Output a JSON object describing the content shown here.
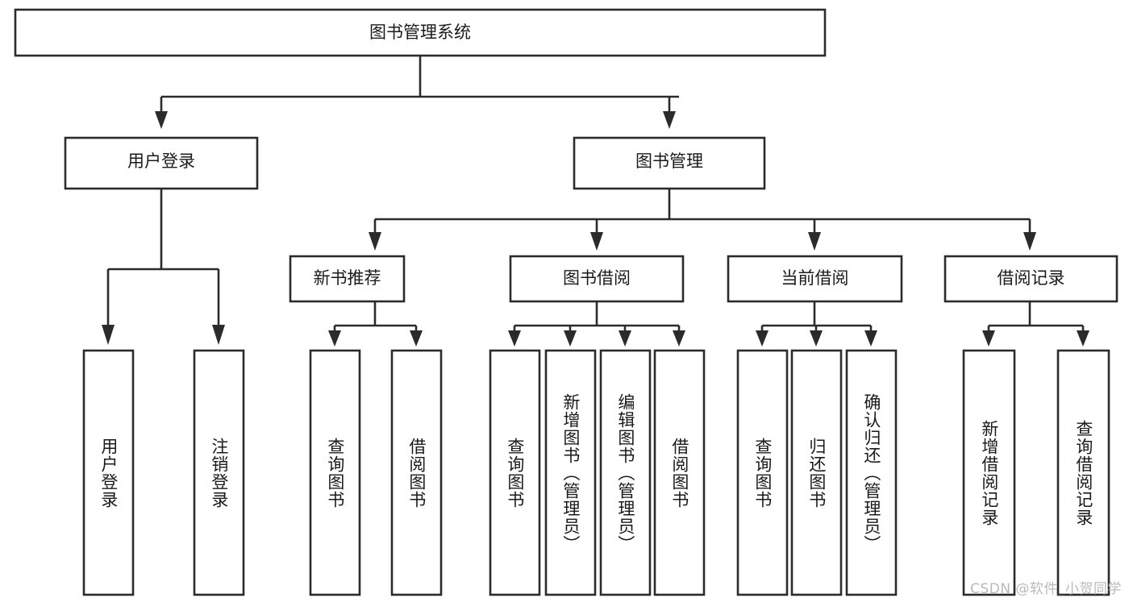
{
  "diagram": {
    "type": "tree-hierarchy",
    "title": "图书管理系统",
    "watermark": "CSDN @软件_小贺同学",
    "colors": {
      "background": "#ffffff",
      "stroke": "#2b2b2b",
      "text": "#1a1a1a",
      "watermark": "#b9b9b9"
    },
    "levels": {
      "root": {
        "label": "图书管理系统",
        "orientation": "horizontal"
      },
      "level2": [
        {
          "label": "用户登录",
          "orientation": "horizontal"
        },
        {
          "label": "图书管理",
          "orientation": "horizontal"
        }
      ],
      "level3": [
        {
          "label": "新书推荐",
          "orientation": "horizontal",
          "parent": "图书管理"
        },
        {
          "label": "图书借阅",
          "orientation": "horizontal",
          "parent": "图书管理"
        },
        {
          "label": "当前借阅",
          "orientation": "horizontal",
          "parent": "图书管理"
        },
        {
          "label": "借阅记录",
          "orientation": "horizontal",
          "parent": "图书管理"
        }
      ],
      "leaves": [
        {
          "label": "用户登录",
          "orientation": "vertical",
          "parent": "用户登录"
        },
        {
          "label": "注销登录",
          "orientation": "vertical",
          "parent": "用户登录"
        },
        {
          "label": "查询图书",
          "orientation": "vertical",
          "parent": "新书推荐"
        },
        {
          "label": "借阅图书",
          "orientation": "vertical",
          "parent": "新书推荐"
        },
        {
          "label": "查询图书",
          "orientation": "vertical",
          "parent": "图书借阅"
        },
        {
          "label": "新增图书（管理员）",
          "orientation": "vertical",
          "parent": "图书借阅"
        },
        {
          "label": "编辑图书（管理员）",
          "orientation": "vertical",
          "parent": "图书借阅"
        },
        {
          "label": "借阅图书",
          "orientation": "vertical",
          "parent": "图书借阅"
        },
        {
          "label": "查询图书",
          "orientation": "vertical",
          "parent": "当前借阅"
        },
        {
          "label": "归还图书",
          "orientation": "vertical",
          "parent": "当前借阅"
        },
        {
          "label": "确认归还（管理员）",
          "orientation": "vertical",
          "parent": "当前借阅"
        },
        {
          "label": "新增借阅记录",
          "orientation": "vertical",
          "parent": "借阅记录"
        },
        {
          "label": "查询借阅记录",
          "orientation": "vertical",
          "parent": "借阅记录"
        }
      ]
    }
  }
}
